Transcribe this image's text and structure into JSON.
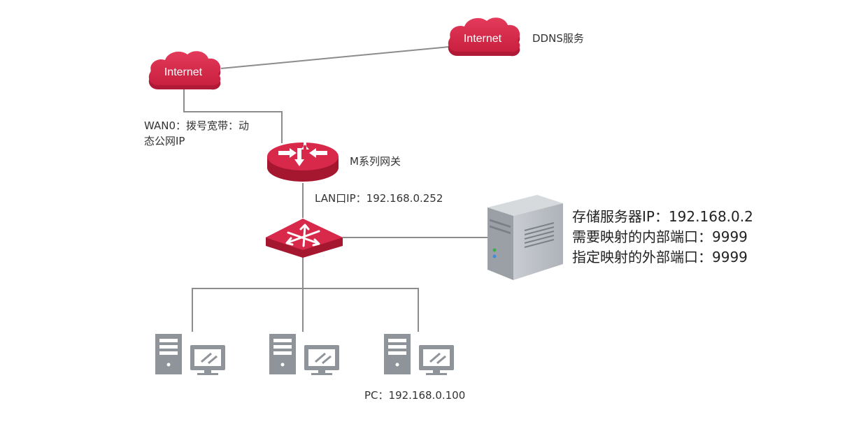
{
  "internet_left": {
    "label": "Internet"
  },
  "internet_right": {
    "label": "Internet"
  },
  "ddns": {
    "label": "DDNS服务"
  },
  "wan": {
    "line1": "WAN0：拨号宽带：动",
    "line2": "态公网IP"
  },
  "gateway": {
    "label": "M系列网关"
  },
  "lan": {
    "label": "LAN口IP：192.168.0.252"
  },
  "server": {
    "lines": [
      "存储服务器IP：192.168.0.2",
      "需要映射的内部端口：9999",
      "指定映射的外部端口：9999"
    ]
  },
  "pc": {
    "label": "PC：192.168.0.100"
  },
  "colors": {
    "accent": "#d8294a",
    "accent_dark": "#b01a37",
    "line": "#8c8c8c",
    "server_body": "#b9bdc3",
    "pc_gray": "#8e949a"
  }
}
